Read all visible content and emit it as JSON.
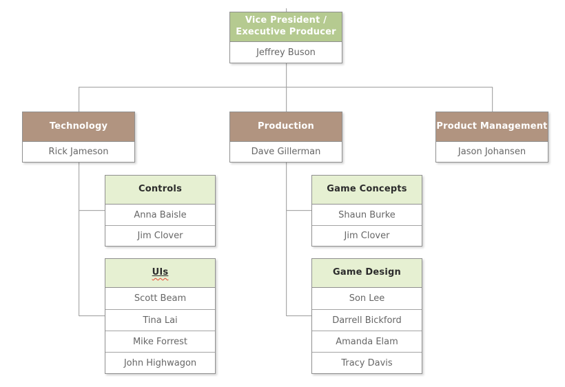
{
  "org_chart": {
    "root": {
      "title": "Vice President / Executive Producer",
      "members": [
        "Jeffrey Buson"
      ]
    },
    "departments": [
      {
        "title": "Technology",
        "members": [
          "Rick Jameson"
        ]
      },
      {
        "title": "Production",
        "members": [
          "Dave Gillerman"
        ]
      },
      {
        "title": "Product Management",
        "members": [
          "Jason Johansen"
        ]
      }
    ],
    "teams": [
      {
        "title": "Controls",
        "parent": "Technology",
        "members": [
          "Anna Baisle",
          "Jim Clover"
        ]
      },
      {
        "title": "UIs",
        "parent": "Technology",
        "members": [
          "Scott Beam",
          "Tina Lai",
          "Mike Forrest",
          "John Highwagon"
        ]
      },
      {
        "title": "Game Concepts",
        "parent": "Production",
        "members": [
          "Shaun Burke",
          "Jim Clover"
        ]
      },
      {
        "title": "Game Design",
        "parent": "Production",
        "members": [
          "Son Lee",
          "Darrell Bickford",
          "Amanda Elam",
          "Tracy Davis"
        ]
      }
    ],
    "colors": {
      "root_header_bg": "#b5ca90",
      "department_header_bg": "#b19480",
      "team_header_bg": "#e6f0d2",
      "header_text": "#ffffff",
      "team_header_text": "#2b2b2b",
      "member_text": "#666666",
      "border": "#8f8f8f",
      "connector": "#a6a6a6",
      "spellcheck_squiggle": "#e8442e",
      "page_background": "#ffffff"
    }
  }
}
